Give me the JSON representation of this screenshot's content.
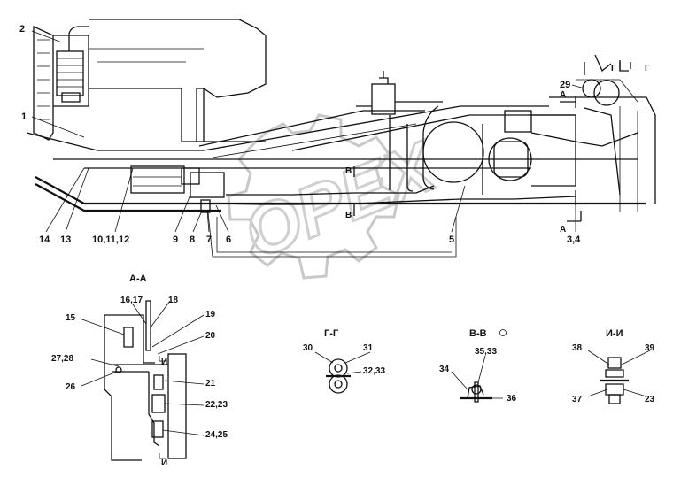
{
  "watermark": {
    "text": "OPEX"
  },
  "main_view": {
    "callouts": [
      {
        "id": "c2",
        "text": "2"
      },
      {
        "id": "c1",
        "text": "1"
      },
      {
        "id": "c14",
        "text": "14"
      },
      {
        "id": "c13",
        "text": "13"
      },
      {
        "id": "c101112",
        "text": "10,11,12"
      },
      {
        "id": "c9",
        "text": "9"
      },
      {
        "id": "c8",
        "text": "8"
      },
      {
        "id": "c7",
        "text": "7"
      },
      {
        "id": "c6",
        "text": "6"
      },
      {
        "id": "c5",
        "text": "5"
      },
      {
        "id": "c34",
        "text": "3,4"
      },
      {
        "id": "c29",
        "text": "29"
      }
    ],
    "section_marks": {
      "a_top": "А",
      "a_bottom": "А",
      "g_1": "Г",
      "g_2": "Г",
      "v_1": "В",
      "v_2": "В"
    }
  },
  "section_aa": {
    "title": "А-А",
    "callouts": [
      "15",
      "16,17",
      "18",
      "19",
      "20",
      "27,28",
      "26",
      "21",
      "22,23",
      "24,25"
    ],
    "marks": [
      "И",
      "И"
    ]
  },
  "section_gg": {
    "title": "Г-Г",
    "callouts": [
      "30",
      "31",
      "32,33"
    ]
  },
  "section_vv": {
    "title": "В-В",
    "callouts": [
      "35,33",
      "34",
      "36"
    ]
  },
  "section_ii": {
    "title": "И-И",
    "callouts": [
      "38",
      "39",
      "37",
      "23"
    ]
  }
}
